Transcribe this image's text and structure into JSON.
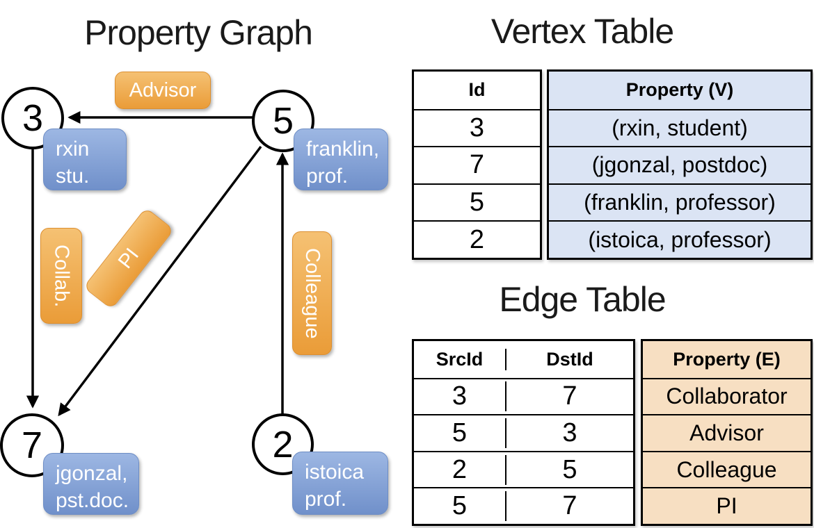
{
  "graph": {
    "title": "Property Graph",
    "nodes": [
      {
        "id": "3",
        "prop_line1": "rxin",
        "prop_line2": "stu."
      },
      {
        "id": "5",
        "prop_line1": "franklin,",
        "prop_line2": "prof."
      },
      {
        "id": "7",
        "prop_line1": "jgonzal,",
        "prop_line2": "pst.doc."
      },
      {
        "id": "2",
        "prop_line1": "istoica",
        "prop_line2": "prof."
      }
    ],
    "edges": [
      {
        "label": "Advisor",
        "src": "5",
        "dst": "3"
      },
      {
        "label": "Collab.",
        "src": "3",
        "dst": "7"
      },
      {
        "label": "PI",
        "src": "5",
        "dst": "7"
      },
      {
        "label": "Colleague",
        "src": "2",
        "dst": "5"
      }
    ]
  },
  "vertex_table": {
    "title": "Vertex Table",
    "columns": [
      "Id",
      "Property (V)"
    ],
    "rows": [
      [
        "3",
        "(rxin, student)"
      ],
      [
        "7",
        "(jgonzal, postdoc)"
      ],
      [
        "5",
        "(franklin, professor)"
      ],
      [
        "2",
        "(istoica, professor)"
      ]
    ]
  },
  "edge_table": {
    "title": "Edge Table",
    "columns": [
      "SrcId",
      "DstId",
      "Property (E)"
    ],
    "rows": [
      [
        "3",
        "7",
        "Collaborator"
      ],
      [
        "5",
        "3",
        "Advisor"
      ],
      [
        "2",
        "5",
        "Colleague"
      ],
      [
        "5",
        "7",
        "PI"
      ]
    ]
  },
  "colors": {
    "edge_label_orange": "#eda445",
    "vertex_property_blue": "#7e9cd1",
    "vertex_table_fill": "#dbe4f4",
    "edge_table_fill": "#f7dfc2",
    "line": "#000000"
  }
}
